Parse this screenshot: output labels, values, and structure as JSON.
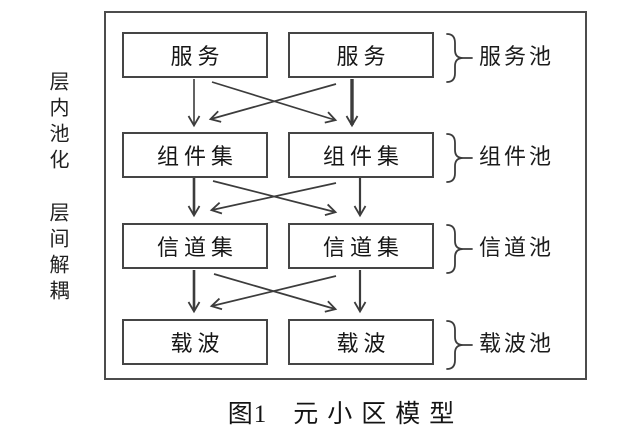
{
  "figure": {
    "side_labels": [
      "层内池化",
      "层间解耦"
    ],
    "rows": [
      {
        "left_box": "服务",
        "right_box": "服务",
        "pool_label": "服务池"
      },
      {
        "left_box": "组件集",
        "right_box": "组件集",
        "pool_label": "组件池"
      },
      {
        "left_box": "信道集",
        "right_box": "信道集",
        "pool_label": "信道池"
      },
      {
        "left_box": "载波",
        "right_box": "载波",
        "pool_label": "载波池"
      }
    ],
    "caption": {
      "number": "图1",
      "title": "元小区模型"
    },
    "colors": {
      "line": "#3c3c3c",
      "text": "#1a1a1a",
      "background": "#ffffff"
    }
  }
}
